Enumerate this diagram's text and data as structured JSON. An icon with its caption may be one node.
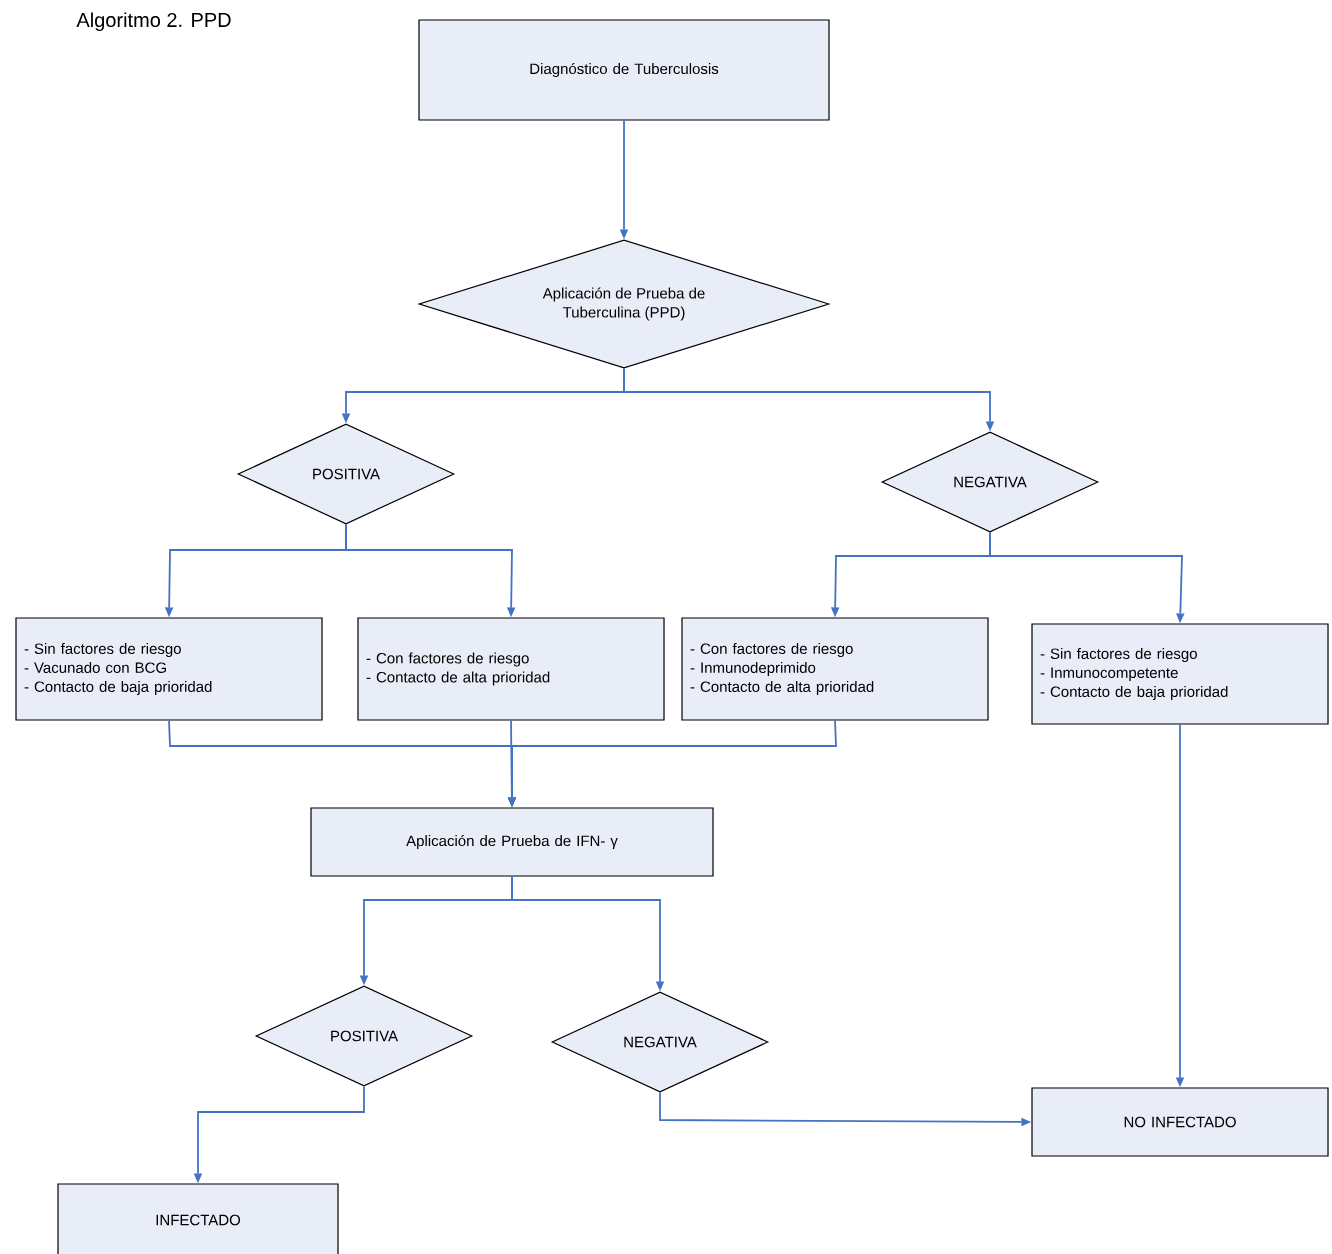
{
  "diagram": {
    "title": "Algoritmo 2. PPD",
    "nodes": [
      {
        "text": [
          "Diagnóstico de Tuberculosis"
        ]
      },
      {
        "text": [
          "Aplicación de Prueba de Tuberculina (PPD)"
        ]
      },
      {
        "text": [
          "POSITIVA"
        ]
      },
      {
        "text": [
          "NEGATIVA"
        ]
      },
      {
        "text": [
          "- Sin factores de riesgo",
          "- Vacunado con BCG",
          "- Contacto de baja prioridad"
        ]
      },
      {
        "text": [
          "- Con factores de riesgo",
          "- Contacto de alta prioridad"
        ]
      },
      {
        "text": [
          "- Con factores de riesgo",
          "- Inmunodeprimido",
          "- Contacto de alta prioridad"
        ]
      },
      {
        "text": [
          "- Sin factores de riesgo",
          "- Inmunocompetente",
          "- Contacto de baja prioridad"
        ]
      },
      {
        "text": [
          "Aplicación de Prueba de IFN- γ"
        ]
      },
      {
        "text": [
          "POSITIVA"
        ]
      },
      {
        "text": [
          "NEGATIVA"
        ]
      },
      {
        "text": [
          "NO INFECTADO"
        ]
      },
      {
        "text": [
          "INFECTADO"
        ]
      }
    ],
    "edges": [
      {
        "from": 0,
        "to": 1,
        "arrow": "to"
      },
      {
        "from": 1,
        "to": 2,
        "arrow": "to"
      },
      {
        "from": 1,
        "to": 3,
        "arrow": "to"
      },
      {
        "from": 2,
        "to": 4,
        "arrow": "to"
      },
      {
        "from": 2,
        "to": 5,
        "arrow": "to"
      },
      {
        "from": 3,
        "to": 6,
        "arrow": "to"
      },
      {
        "from": 3,
        "to": 7,
        "arrow": "to"
      },
      {
        "from": 4,
        "to": 8,
        "arrow": "to"
      },
      {
        "from": 5,
        "to": 8,
        "arrow": "to"
      },
      {
        "from": 6,
        "to": 8,
        "arrow": "to"
      },
      {
        "from": 7,
        "to": 11,
        "arrow": "to"
      },
      {
        "from": 8,
        "to": 9,
        "arrow": "to"
      },
      {
        "from": 8,
        "to": 10,
        "arrow": "to"
      },
      {
        "from": 9,
        "to": 12,
        "arrow": "to"
      },
      {
        "from": 10,
        "to": 11,
        "arrow": "to"
      }
    ]
  }
}
